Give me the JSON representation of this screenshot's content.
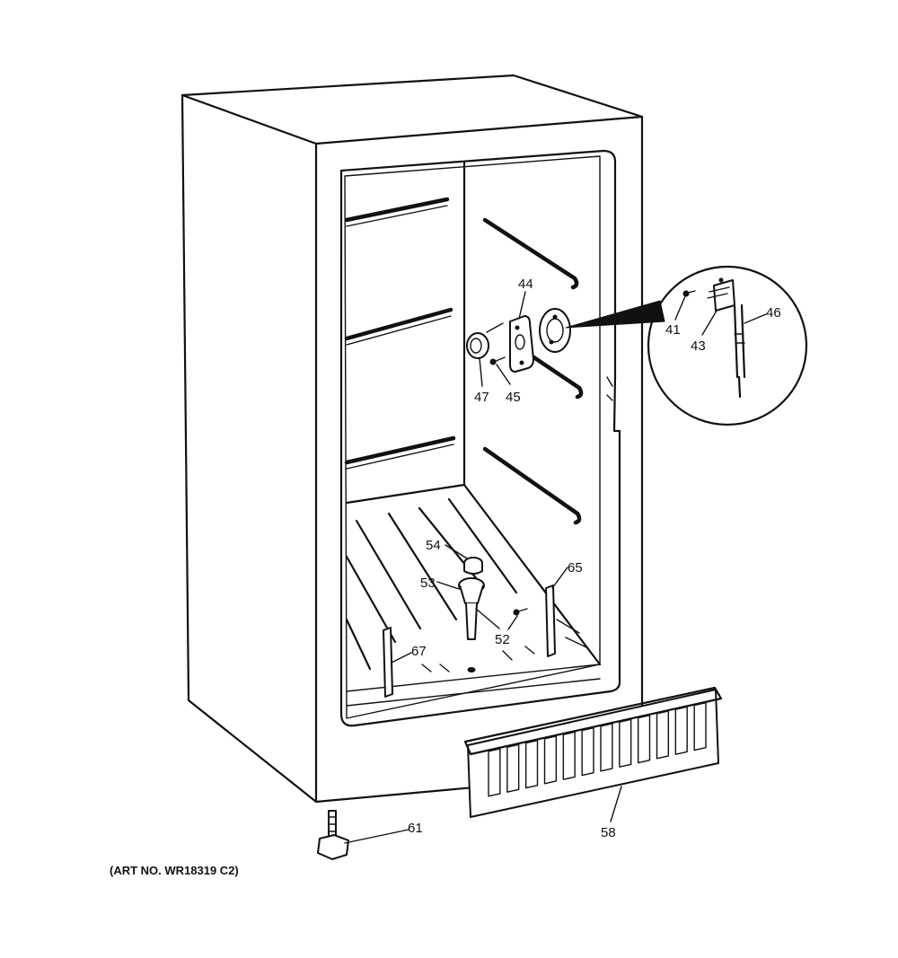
{
  "callouts": [
    {
      "id": "c44",
      "label": "44",
      "name": "part-44-plate"
    },
    {
      "id": "c47",
      "label": "47",
      "name": "part-47-knob"
    },
    {
      "id": "c45",
      "label": "45",
      "name": "part-45-screw"
    },
    {
      "id": "c41",
      "label": "41",
      "name": "part-41-screw"
    },
    {
      "id": "c43",
      "label": "43",
      "name": "part-43-bracket"
    },
    {
      "id": "c46",
      "label": "46",
      "name": "part-46-thermostat"
    },
    {
      "id": "c54",
      "label": "54",
      "name": "part-54-cap"
    },
    {
      "id": "c53",
      "label": "53",
      "name": "part-53-drain"
    },
    {
      "id": "c52",
      "label": "52",
      "name": "part-52-screw"
    },
    {
      "id": "c65",
      "label": "65",
      "name": "part-65-rail"
    },
    {
      "id": "c67",
      "label": "67",
      "name": "part-67-rail"
    },
    {
      "id": "c61",
      "label": "61",
      "name": "part-61-leveling-leg"
    },
    {
      "id": "c58",
      "label": "58",
      "name": "part-58-grille"
    }
  ],
  "art_number": "(ART NO. WR18319 C2)"
}
